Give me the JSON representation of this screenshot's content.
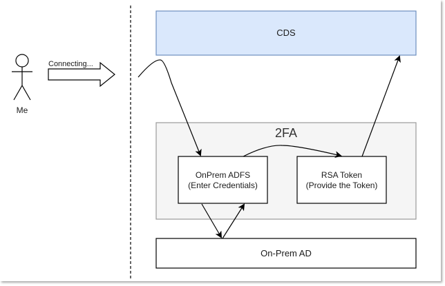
{
  "actor": {
    "label": "Me"
  },
  "connect_arrow": {
    "label": "Connecting..."
  },
  "cds": {
    "label": "CDS",
    "fill": "#dae8fc",
    "stroke": "#6c8ebf"
  },
  "twofa": {
    "label": "2FA",
    "fill": "#f5f5f5",
    "stroke": "#999999"
  },
  "adfs": {
    "line1": "OnPrem ADFS",
    "line2": "(Enter Credentials)"
  },
  "rsa": {
    "line1": "RSA Token",
    "line2": "(Provide the Token)"
  },
  "onprem_ad": {
    "label": "On-Prem AD"
  },
  "colors": {
    "line": "#000000",
    "box_fill": "#ffffff"
  }
}
